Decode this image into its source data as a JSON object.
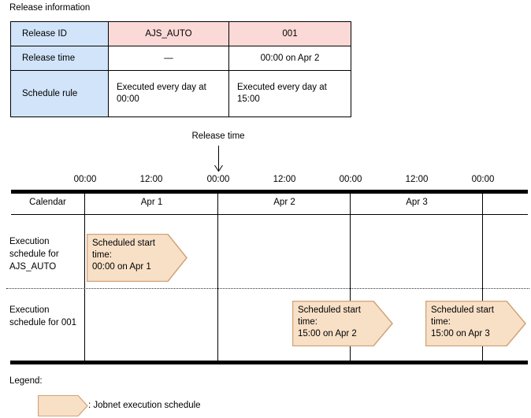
{
  "title": "Release information",
  "release_table": {
    "rows": [
      {
        "header": "Release ID",
        "ajs_auto": "AJS_AUTO",
        "col001": "001"
      },
      {
        "header": "Release time",
        "ajs_auto": "—",
        "col001": "00:00 on Apr 2"
      },
      {
        "header": "Schedule rule",
        "ajs_auto": "Executed every day at 00:00",
        "col001": "Executed every day at 15:00"
      }
    ]
  },
  "timeline": {
    "release_time_label": "Release time",
    "time_ticks": [
      "00:00",
      "12:00",
      "00:00",
      "12:00",
      "00:00",
      "12:00",
      "00:00"
    ],
    "calendar_label": "Calendar",
    "days": [
      "Apr 1",
      "Apr 2",
      "Apr 3"
    ],
    "rows": [
      {
        "label": "Execution schedule for AJS_AUTO",
        "badges": [
          {
            "label": "Scheduled start time:",
            "value": "00:00 on Apr 1"
          }
        ]
      },
      {
        "label": "Execution schedule for 001",
        "badges": [
          {
            "label": "Scheduled start time:",
            "value": "15:00 on Apr 2"
          },
          {
            "label": "Scheduled start time:",
            "value": "15:00 on Apr 3"
          }
        ]
      }
    ]
  },
  "legend": {
    "title": "Legend:",
    "item_label": ": Jobnet execution schedule"
  },
  "colors": {
    "table_header_blue": "#d1e4f9",
    "table_header_pink": "#fbd9d7",
    "badge_fill": "#f8e0c7",
    "badge_border": "#d1a377",
    "line_black": "#000000"
  }
}
